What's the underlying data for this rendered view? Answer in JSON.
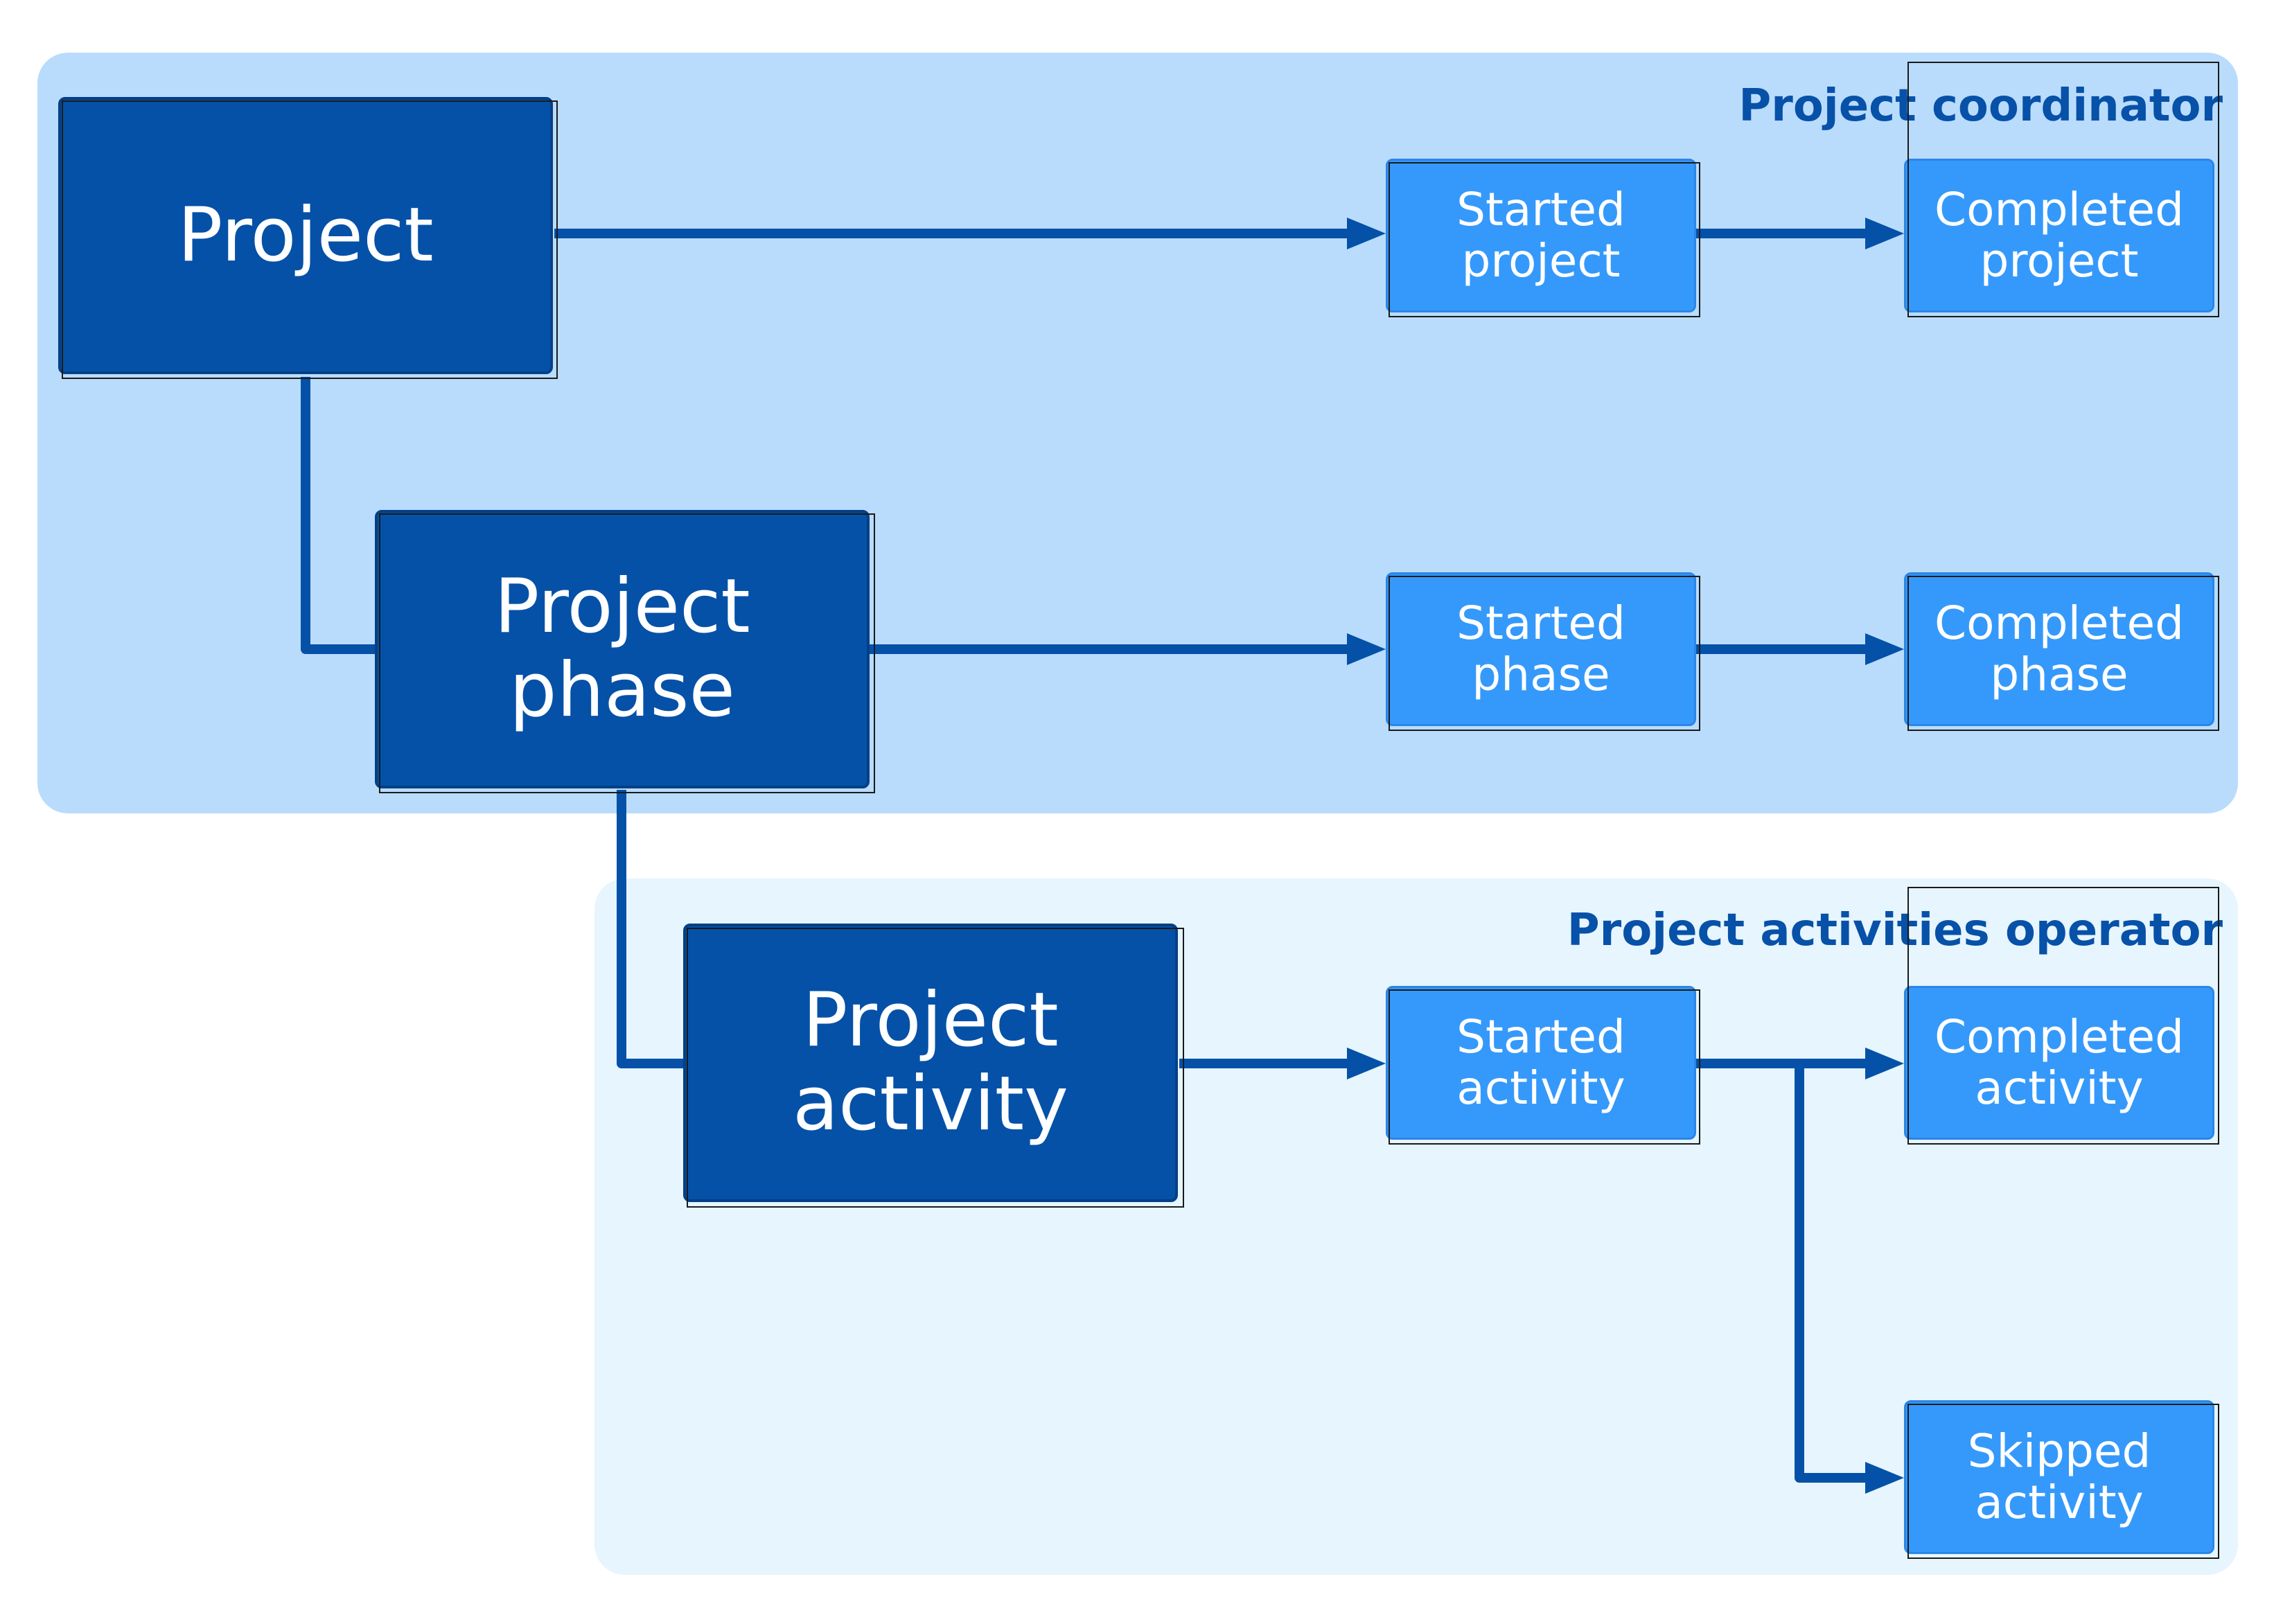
{
  "diagram": {
    "regions": {
      "coordinator": {
        "title": "Project coordinator",
        "color": "#b9dcfd"
      },
      "operator": {
        "title": "Project activities operator",
        "color": "#e6f5fe"
      }
    },
    "entities": {
      "project": {
        "line1": "Project"
      },
      "phase": {
        "line1": "Project",
        "line2": "phase"
      },
      "activity": {
        "line1": "Project",
        "line2": "activity"
      }
    },
    "states": {
      "started_project": {
        "line1": "Started",
        "line2": "project"
      },
      "completed_project": {
        "line1": "Completed",
        "line2": "project"
      },
      "started_phase": {
        "line1": "Started",
        "line2": "phase"
      },
      "completed_phase": {
        "line1": "Completed",
        "line2": "phase"
      },
      "started_activity": {
        "line1": "Started",
        "line2": "activity"
      },
      "completed_activity": {
        "line1": "Completed",
        "line2": "activity"
      },
      "skipped_activity": {
        "line1": "Skipped",
        "line2": "activity"
      }
    },
    "colors": {
      "entity_fill": "#0551a8",
      "state_fill": "#3599fb",
      "connector": "#0551a8",
      "title_text": "#0751a8"
    }
  }
}
